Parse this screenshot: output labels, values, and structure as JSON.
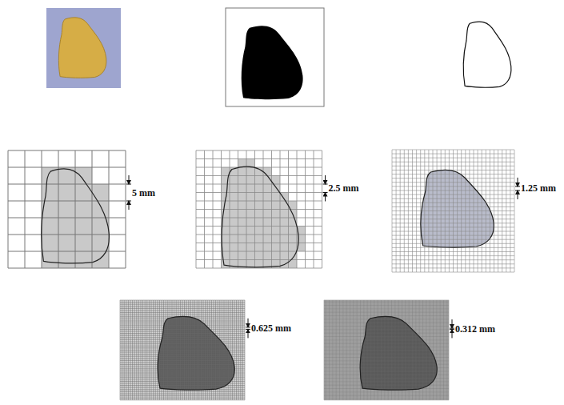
{
  "diagram": {
    "labels": [
      "5 mm",
      "2.5 mm",
      "1.25 mm",
      "0.625 mm",
      "0.312 mm"
    ]
  }
}
